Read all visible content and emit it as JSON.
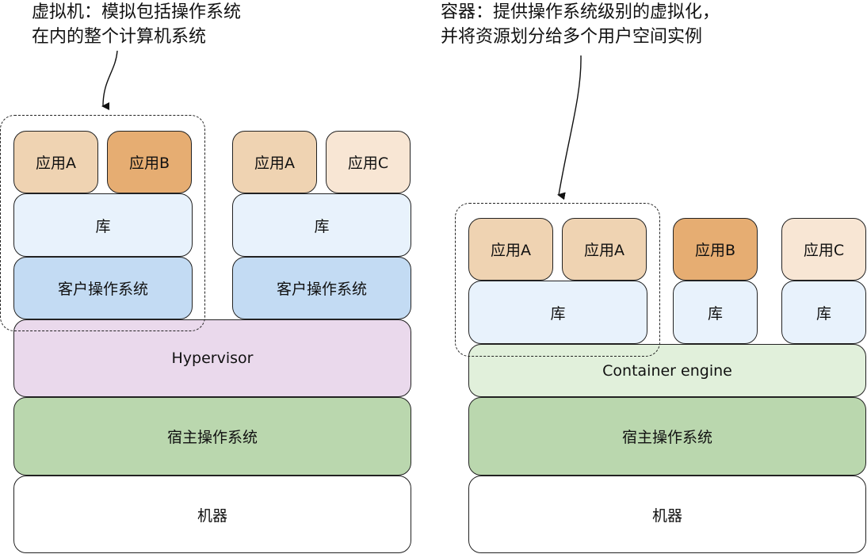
{
  "vm": {
    "caption_line1": "虚拟机：模拟包括操作系统",
    "caption_line2": "在内的整个计算机系统",
    "stack1": {
      "app_a": "应用A",
      "app_b": "应用B",
      "lib": "库",
      "guest_os": "客户操作系统"
    },
    "stack2": {
      "app_a": "应用A",
      "app_c": "应用C",
      "lib": "库",
      "guest_os": "客户操作系统"
    },
    "hypervisor": "Hypervisor",
    "host_os": "宿主操作系统",
    "machine": "机器"
  },
  "container": {
    "caption_line1": "容器：提供操作系统级别的虚拟化，",
    "caption_line2": "并将资源划分给多个用户空间实例",
    "group1": {
      "app_a_1": "应用A",
      "app_a_2": "应用A",
      "lib": "库"
    },
    "group2": {
      "app_b": "应用B",
      "lib": "库"
    },
    "group3": {
      "app_c": "应用C",
      "lib": "库"
    },
    "engine": "Container engine",
    "host_os": "宿主操作系统",
    "machine": "机器"
  },
  "colors": {
    "app_light": "#efd3b2",
    "app_dark": "#e6ad72",
    "app_pale": "#f8e6d4",
    "lib": "#e8f2fc",
    "guest_os": "#c3dbf3",
    "hypervisor": "#ead9ec",
    "engine": "#e1f0db",
    "host_os": "#bad7ae",
    "machine": "#ffffff"
  }
}
